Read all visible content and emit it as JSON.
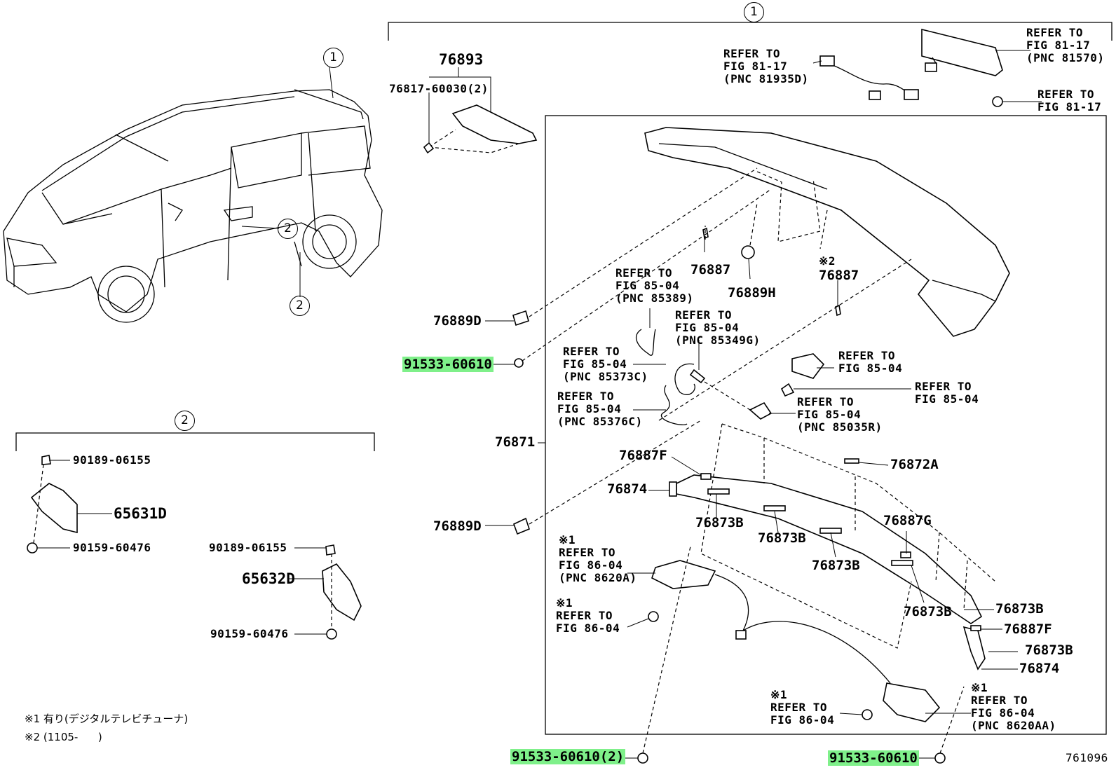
{
  "callouts": {
    "c1_top": "1",
    "c1_car": "1",
    "c2_car_a": "2",
    "c2_car_b": "2",
    "c2_box": "2"
  },
  "labels": {
    "p76893": "76893",
    "p76817": "76817-60030(2)",
    "ref_81935d": "REFER TO\nFIG 81-17\n(PNC 81935D)",
    "ref_81570": "REFER TO\nFIG 81-17\n(PNC 81570)",
    "ref_81_17": "REFER TO\nFIG 81-17",
    "p76887_a": "76887",
    "p76889h": "76889H",
    "mark2": "※2",
    "p76887_b": "76887",
    "ref_85389": "REFER TO\nFIG 85-04\n(PNC 85389)",
    "ref_85349g": "REFER TO\nFIG 85-04\n(PNC 85349G)",
    "p76889d_a": "76889D",
    "p91533_a": "91533-60610",
    "ref_85373c": "REFER TO\nFIG 85-04\n(PNC 85373C)",
    "ref_85_04_a": "REFER TO\nFIG 85-04",
    "ref_85_04_b": "REFER TO\nFIG 85-04",
    "ref_85376c": "REFER TO\nFIG 85-04\n(PNC 85376C)",
    "ref_85035r": "REFER TO\nFIG 85-04\n(PNC 85035R)",
    "p76871": "76871",
    "p76887f_a": "76887F",
    "p76872a": "76872A",
    "p76874_a": "76874",
    "p76873b_a": "76873B",
    "p76873b_b": "76873B",
    "p76887g": "76887G",
    "p76889d_b": "76889D",
    "ref_8620a": "※1\nREFER TO\nFIG 86-04\n(PNC 8620A)",
    "p76873b_c": "76873B",
    "ref_86_04_a": "※1\nREFER TO\nFIG 86-04",
    "p76873b_d": "76873B",
    "p76873b_e": "76873B",
    "p76887f_b": "76887F",
    "p76873b_f": "76873B",
    "p76874_b": "76874",
    "ref_86_04_b": "※1\nREFER TO\nFIG 86-04",
    "ref_8620aa": "※1\nREFER TO\nFIG 86-04\n(PNC 8620AA)",
    "p91533_b": "91533-60610(2)",
    "p91533_c": "91533-60610",
    "fig_no": "761096",
    "p90189_a": "90189-06155",
    "p65631d": "65631D",
    "p90159_a": "90159-60476",
    "p90189_b": "90189-06155",
    "p65632d": "65632D",
    "p90159_b": "90159-60476",
    "note1": "※1 有り(デジタルテレビチューナ)",
    "note2": "※2 (1105-      )"
  },
  "colors": {
    "highlight": "#7ff08a",
    "ink": "#000000",
    "paper": "#ffffff"
  }
}
